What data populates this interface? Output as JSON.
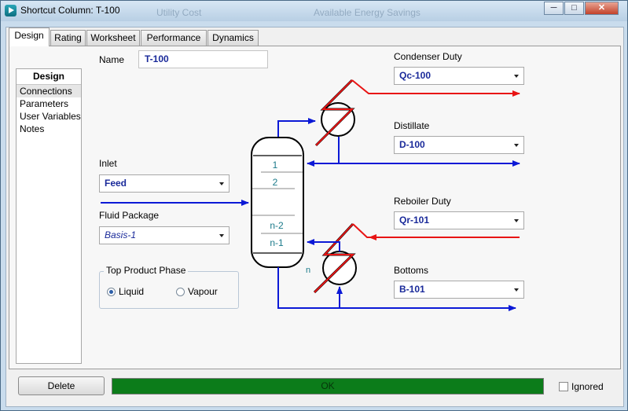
{
  "window": {
    "title": "Shortcut Column: T-100",
    "background_hints": [
      "Utility Cost",
      "Available Energy Savings"
    ]
  },
  "tabs": [
    {
      "label": "Design",
      "active": true
    },
    {
      "label": "Rating",
      "active": false
    },
    {
      "label": "Worksheet",
      "active": false
    },
    {
      "label": "Performance",
      "active": false
    },
    {
      "label": "Dynamics",
      "active": false
    }
  ],
  "sidebar": {
    "heading": "Design",
    "items": [
      "Connections",
      "Parameters",
      "User Variables",
      "Notes"
    ],
    "selected": "Connections"
  },
  "form": {
    "name_label": "Name",
    "name_value": "T-100",
    "inlet_label": "Inlet",
    "inlet_value": "Feed",
    "fluid_package_label": "Fluid Package",
    "fluid_package_value": "Basis-1",
    "top_product_phase": {
      "title": "Top Product Phase",
      "options": [
        "Liquid",
        "Vapour"
      ],
      "selected": "Liquid"
    },
    "condenser_duty_label": "Condenser Duty",
    "condenser_duty_value": "Qc-100",
    "distillate_label": "Distillate",
    "distillate_value": "D-100",
    "reboiler_duty_label": "Reboiler Duty",
    "reboiler_duty_value": "Qr-101",
    "bottoms_label": "Bottoms",
    "bottoms_value": "B-101"
  },
  "diagram": {
    "stage_labels": [
      "1",
      "2",
      "n-2",
      "n-1",
      "n"
    ],
    "colors": {
      "material": "#0b19d6",
      "energy": "#e81414",
      "stage_text": "#1b7a8a"
    }
  },
  "footer": {
    "delete_label": "Delete",
    "status_text": "OK",
    "status_color": "#0c7c1a",
    "ignored_label": "Ignored",
    "ignored_checked": false
  }
}
